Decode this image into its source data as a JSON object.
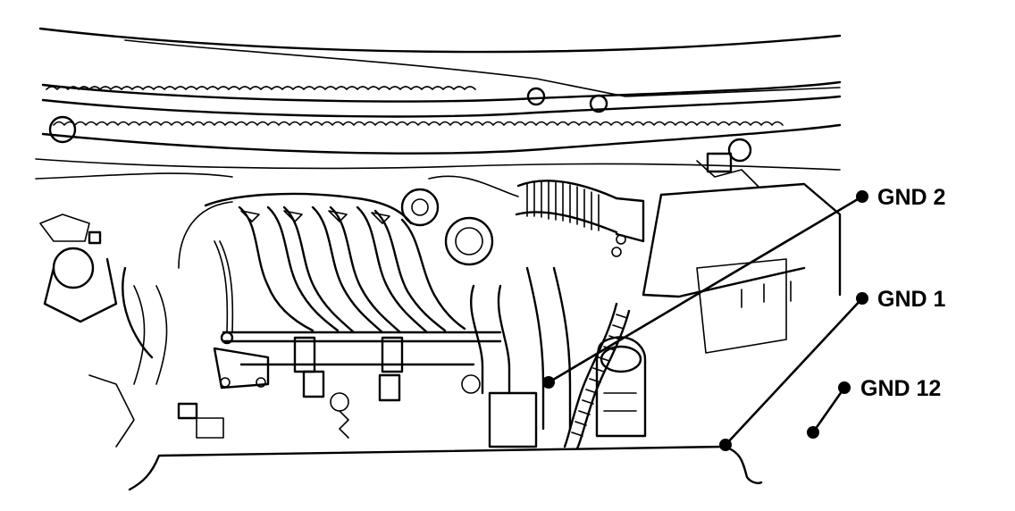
{
  "callouts": [
    {
      "label": "GND 2"
    },
    {
      "label": "GND 1"
    },
    {
      "label": "GND 12"
    }
  ],
  "colors": {
    "ink": "#000000",
    "paper": "#ffffff"
  }
}
